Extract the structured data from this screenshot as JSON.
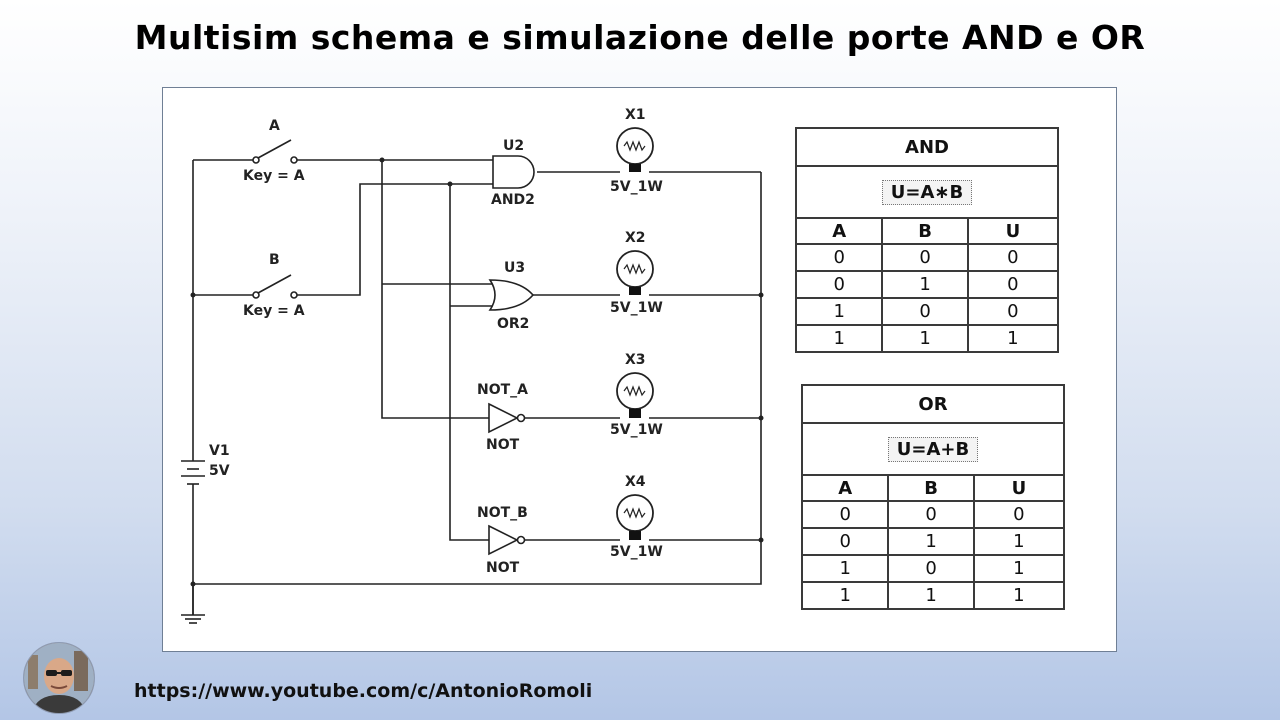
{
  "title": "Multisim schema e simulazione delle porte AND e OR",
  "schematic": {
    "switch_a_name": "A",
    "switch_a_key": "Key = A",
    "switch_b_name": "B",
    "switch_b_key": "Key = A",
    "source_name": "V1",
    "source_value": "5V",
    "gate_and_ref": "U2",
    "gate_and_type": "AND2",
    "gate_or_ref": "U3",
    "gate_or_type": "OR2",
    "not_a_ref": "NOT_A",
    "not_a_type": "NOT",
    "not_b_ref": "NOT_B",
    "not_b_type": "NOT",
    "lamps": [
      {
        "ref": "X1",
        "rating": "5V_1W"
      },
      {
        "ref": "X2",
        "rating": "5V_1W"
      },
      {
        "ref": "X3",
        "rating": "5V_1W"
      },
      {
        "ref": "X4",
        "rating": "5V_1W"
      }
    ]
  },
  "and_table": {
    "title": "AND",
    "formula": "U=A∗B",
    "headers": [
      "A",
      "B",
      "U"
    ],
    "rows": [
      [
        "0",
        "0",
        "0"
      ],
      [
        "0",
        "1",
        "0"
      ],
      [
        "1",
        "0",
        "0"
      ],
      [
        "1",
        "1",
        "1"
      ]
    ]
  },
  "or_table": {
    "title": "OR",
    "formula": "U=A+B",
    "headers": [
      "A",
      "B",
      "U"
    ],
    "rows": [
      [
        "0",
        "0",
        "0"
      ],
      [
        "0",
        "1",
        "1"
      ],
      [
        "1",
        "0",
        "1"
      ],
      [
        "1",
        "1",
        "1"
      ]
    ]
  },
  "footer": {
    "url": "https://www.youtube.com/c/AntonioRomoli"
  }
}
